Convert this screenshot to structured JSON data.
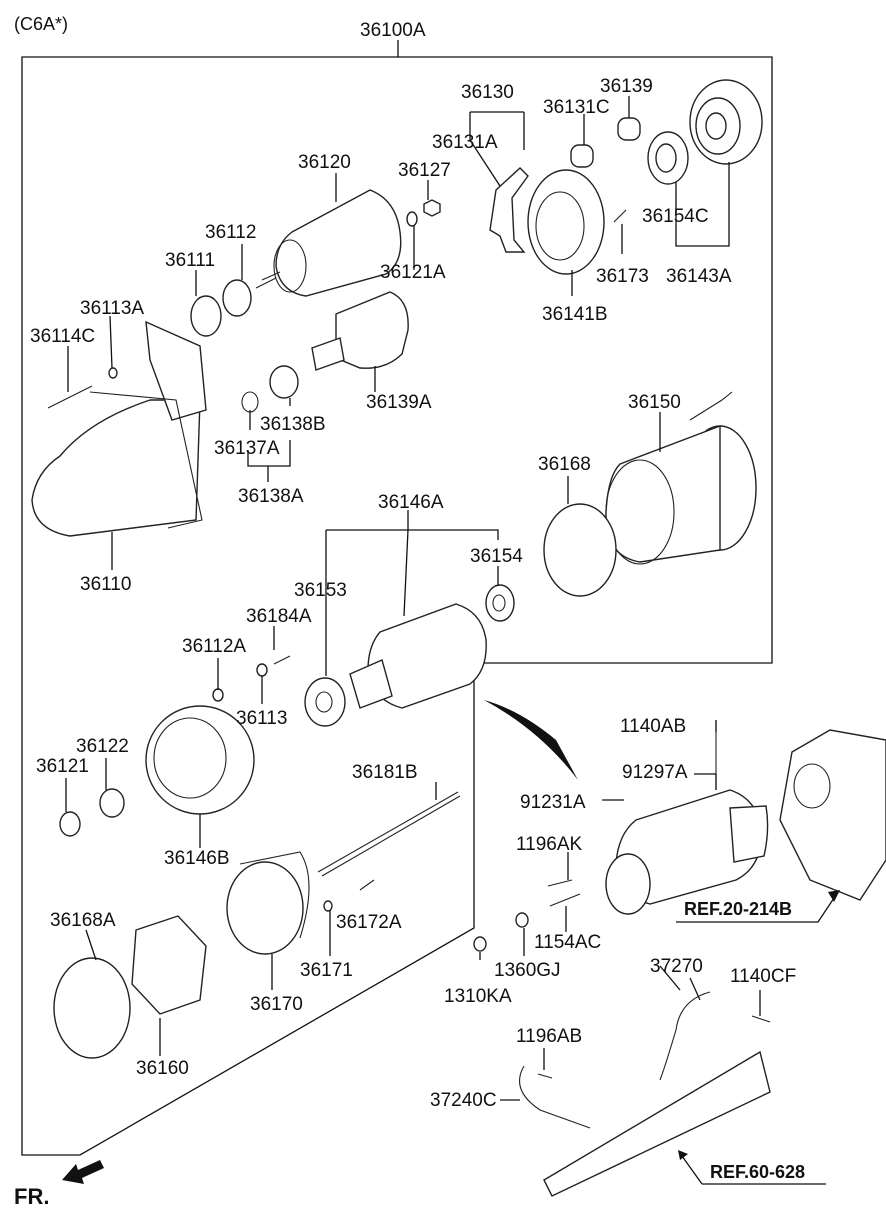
{
  "header": {
    "variant": "(C6A*)",
    "assembly": "36100A"
  },
  "labels": {
    "p36130": "36130",
    "p36139": "36139",
    "p36131C": "36131C",
    "p36131A": "36131A",
    "p36120": "36120",
    "p36127": "36127",
    "p36112": "36112",
    "p36111": "36111",
    "p36121A": "36121A",
    "p36154C": "36154C",
    "p36173": "36173",
    "p36143A": "36143A",
    "p36113A": "36113A",
    "p36114C": "36114C",
    "p36141B": "36141B",
    "p36139A": "36139A",
    "p36138B": "36138B",
    "p36137A": "36137A",
    "p36138A": "36138A",
    "p36150": "36150",
    "p36168": "36168",
    "p36146A": "36146A",
    "p36110": "36110",
    "p36154": "36154",
    "p36153": "36153",
    "p36184A": "36184A",
    "p36112A": "36112A",
    "p36113": "36113",
    "p1140AB": "1140AB",
    "p36122": "36122",
    "p36121": "36121",
    "p91297A": "91297A",
    "p36181B": "36181B",
    "p91231A": "91231A",
    "p36146B": "36146B",
    "p1196AK": "1196AK",
    "p36168A": "36168A",
    "p36172A": "36172A",
    "p1154AC": "1154AC",
    "p36171": "36171",
    "p1360GJ": "1360GJ",
    "p37270": "37270",
    "p1140CF": "1140CF",
    "p1310KA": "1310KA",
    "p36170": "36170",
    "p1196AB": "1196AB",
    "p36160": "36160",
    "p37240C": "37240C"
  },
  "refs": {
    "ref1": "REF.20-214B",
    "ref2": "REF.60-628"
  },
  "fr": "FR."
}
